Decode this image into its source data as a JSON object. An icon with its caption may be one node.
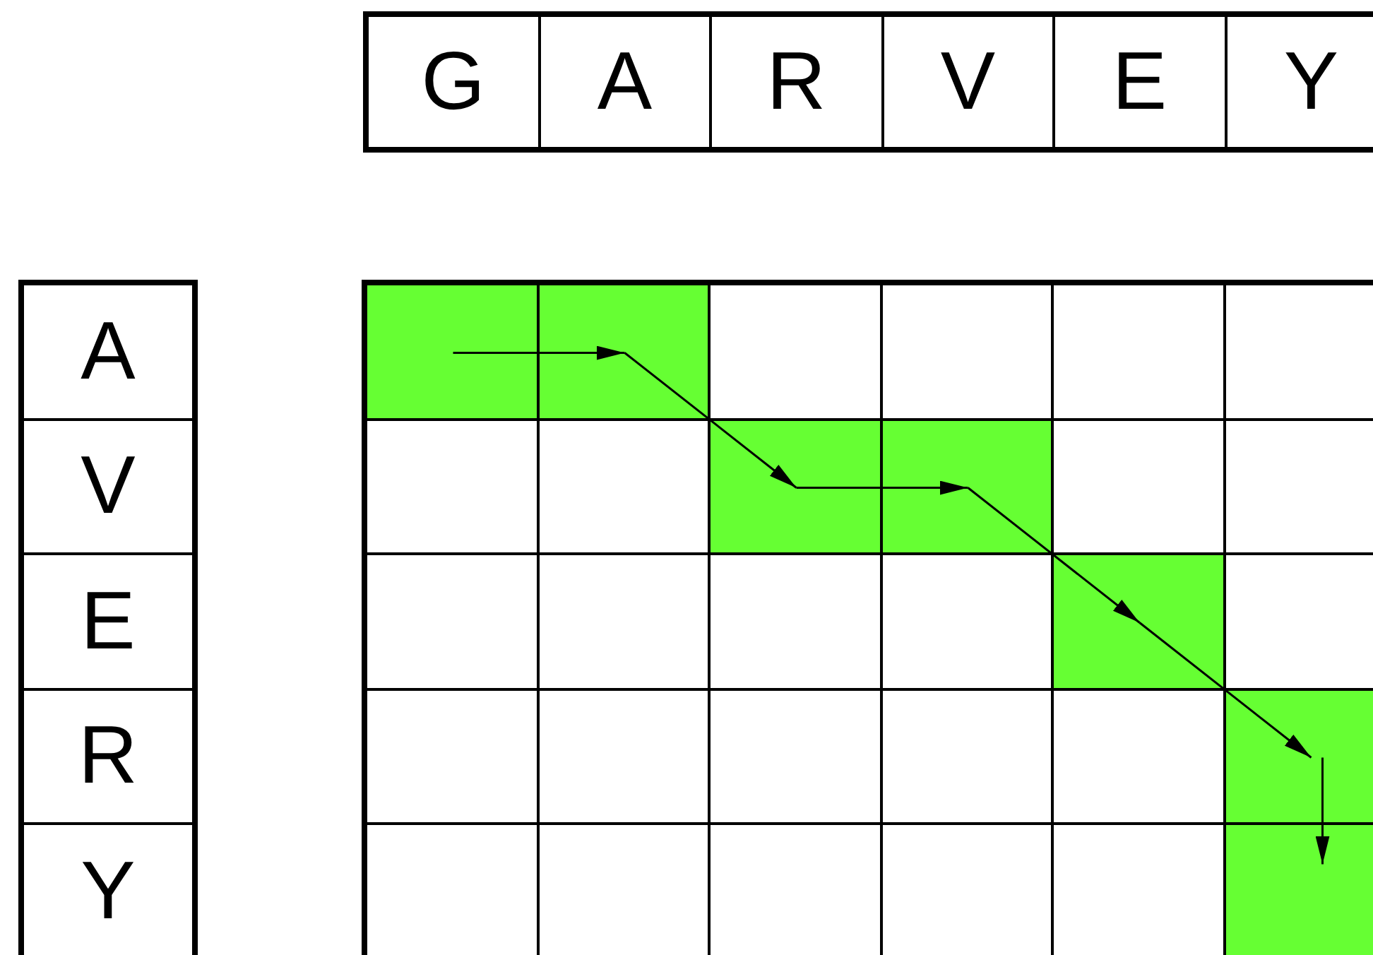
{
  "diagram": {
    "nodes": [
      {
        "text": [
          "G"
        ]
      },
      {
        "text": [
          "A"
        ]
      },
      {
        "text": [
          "R"
        ]
      },
      {
        "text": [
          "V"
        ]
      },
      {
        "text": [
          "E"
        ]
      },
      {
        "text": [
          "Y"
        ]
      },
      {
        "text": [
          "A"
        ]
      },
      {
        "text": [
          "V"
        ]
      },
      {
        "text": [
          "E"
        ]
      },
      {
        "text": [
          "R"
        ]
      },
      {
        "text": [
          "Y"
        ]
      },
      {
        "text": [],
        "shape": "box"
      },
      {
        "text": [],
        "shape": "box"
      },
      {
        "text": [],
        "shape": "box"
      },
      {
        "text": [],
        "shape": "box"
      },
      {
        "text": [],
        "shape": "box"
      },
      {
        "text": [],
        "shape": "box"
      },
      {
        "text": [],
        "shape": "box"
      },
      {
        "text": [],
        "shape": "box"
      },
      {
        "text": [],
        "shape": "box"
      },
      {
        "text": [],
        "shape": "box"
      },
      {
        "text": [],
        "shape": "box"
      },
      {
        "text": [],
        "shape": "box"
      },
      {
        "text": [],
        "shape": "box"
      },
      {
        "text": [],
        "shape": "box"
      },
      {
        "text": [],
        "shape": "box"
      },
      {
        "text": [],
        "shape": "box"
      },
      {
        "text": [],
        "shape": "box"
      },
      {
        "text": [],
        "shape": "box"
      },
      {
        "text": [],
        "shape": "box"
      },
      {
        "text": [],
        "shape": "box"
      },
      {
        "text": [],
        "shape": "box"
      },
      {
        "text": [],
        "shape": "box"
      },
      {
        "text": [],
        "shape": "box"
      },
      {
        "text": [],
        "shape": "box"
      },
      {
        "text": [],
        "shape": "box"
      },
      {
        "text": [],
        "shape": "box"
      },
      {
        "text": [],
        "shape": "box"
      },
      {
        "text": [],
        "shape": "box"
      },
      {
        "text": [],
        "shape": "box"
      },
      {
        "text": [],
        "shape": "box"
      }
    ],
    "edges": [
      {
        "from": 11,
        "to": 12,
        "arrow": "to"
      },
      {
        "from": 12,
        "to": 19,
        "arrow": "to"
      },
      {
        "from": 19,
        "to": 20,
        "arrow": "to"
      },
      {
        "from": 20,
        "to": 27,
        "arrow": "to"
      },
      {
        "from": 27,
        "to": 34,
        "arrow": "to"
      },
      {
        "from": 34,
        "to": 40,
        "arrow": "to"
      }
    ]
  }
}
